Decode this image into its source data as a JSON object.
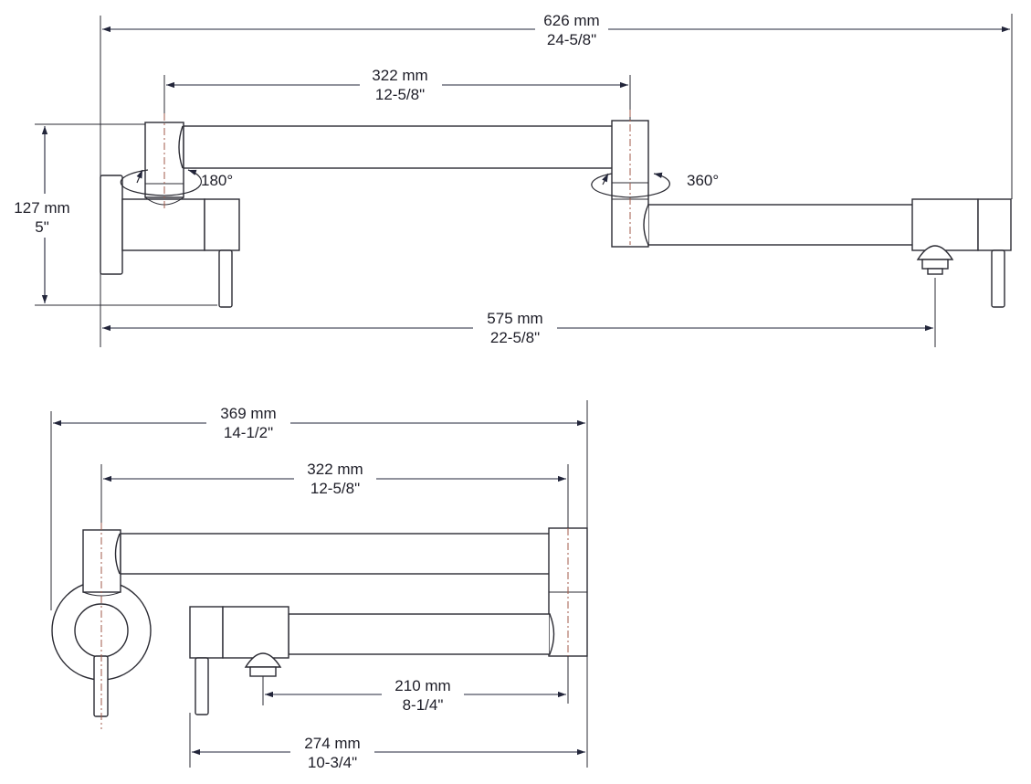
{
  "front_view": {
    "overall_width": {
      "mm": "626 mm",
      "in": "24-5/8\""
    },
    "arm_length": {
      "mm": "322 mm",
      "in": "12-5/8\""
    },
    "height": {
      "mm": "127 mm",
      "in": "5\""
    },
    "reach": {
      "mm": "575 mm",
      "in": "22-5/8\""
    },
    "rotation_left": "180°",
    "rotation_right": "360°"
  },
  "top_view": {
    "extended_length": {
      "mm": "369 mm",
      "in": "14-1/2\""
    },
    "arm_length": {
      "mm": "322 mm",
      "in": "12-5/8\""
    },
    "spout_offset": {
      "mm": "210 mm",
      "in": "8-1/4\""
    },
    "folded_length": {
      "mm": "274 mm",
      "in": "10-3/4\""
    }
  },
  "colors": {
    "line": "#2b2b33",
    "dimension": "#22253a",
    "centerline": "#a15a48"
  }
}
